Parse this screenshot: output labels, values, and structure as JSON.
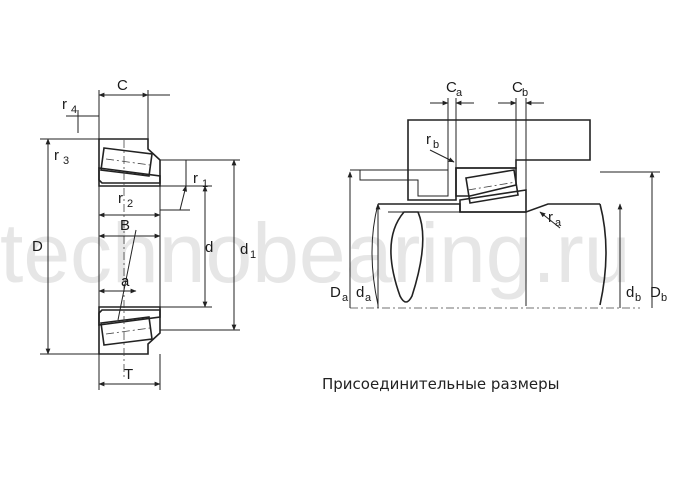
{
  "watermark": "technobearing.ru",
  "caption": "Присоединительные размеры",
  "left_labels": {
    "C": "C",
    "r4_base": "r",
    "r4_sub": "4",
    "r3_base": "r",
    "r3_sub": "3",
    "r1_base": "r",
    "r1_sub": "1",
    "r2_base": "r",
    "r2_sub": "2",
    "B": "B",
    "D": "D",
    "d": "d",
    "d1_base": "d",
    "d1_sub": "1",
    "a": "a",
    "T": "T"
  },
  "right_labels": {
    "Ca_base": "C",
    "Ca_sub": "a",
    "Cb_base": "C",
    "Cb_sub": "b",
    "rb_base": "r",
    "rb_sub": "b",
    "ra_base": "r",
    "ra_sub": "a",
    "Da_base": "D",
    "Da_sub": "a",
    "da_base": "d",
    "da_sub": "a",
    "db_base": "d",
    "db_sub": "b",
    "Db_base": "D",
    "Db_sub": "b"
  }
}
